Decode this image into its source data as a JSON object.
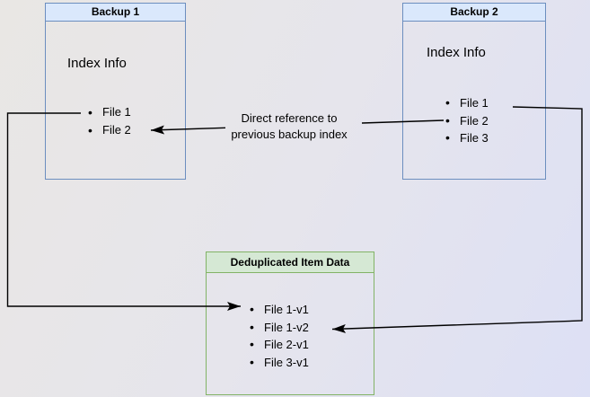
{
  "diagram": {
    "backup1": {
      "title": "Backup 1",
      "index_label": "Index Info",
      "files": [
        "File 1",
        "File 2"
      ]
    },
    "backup2": {
      "title": "Backup 2",
      "index_label": "Index Info",
      "files": [
        "File 1",
        "File 2",
        "File 3"
      ]
    },
    "dedup": {
      "title": "Deduplicated Item Data",
      "files": [
        "File 1-v1",
        "File 1-v2",
        "File 2-v1",
        "File 3-v1"
      ]
    },
    "annotation": {
      "line1": "Direct reference to",
      "line2": "previous backup index"
    }
  },
  "colors": {
    "blue_border": "#6c8ebf",
    "blue_header_fill": "#dae8fc",
    "green_border": "#82b366",
    "green_header_fill": "#d5e8d4",
    "arrow": "#000000",
    "text": "#000000"
  }
}
